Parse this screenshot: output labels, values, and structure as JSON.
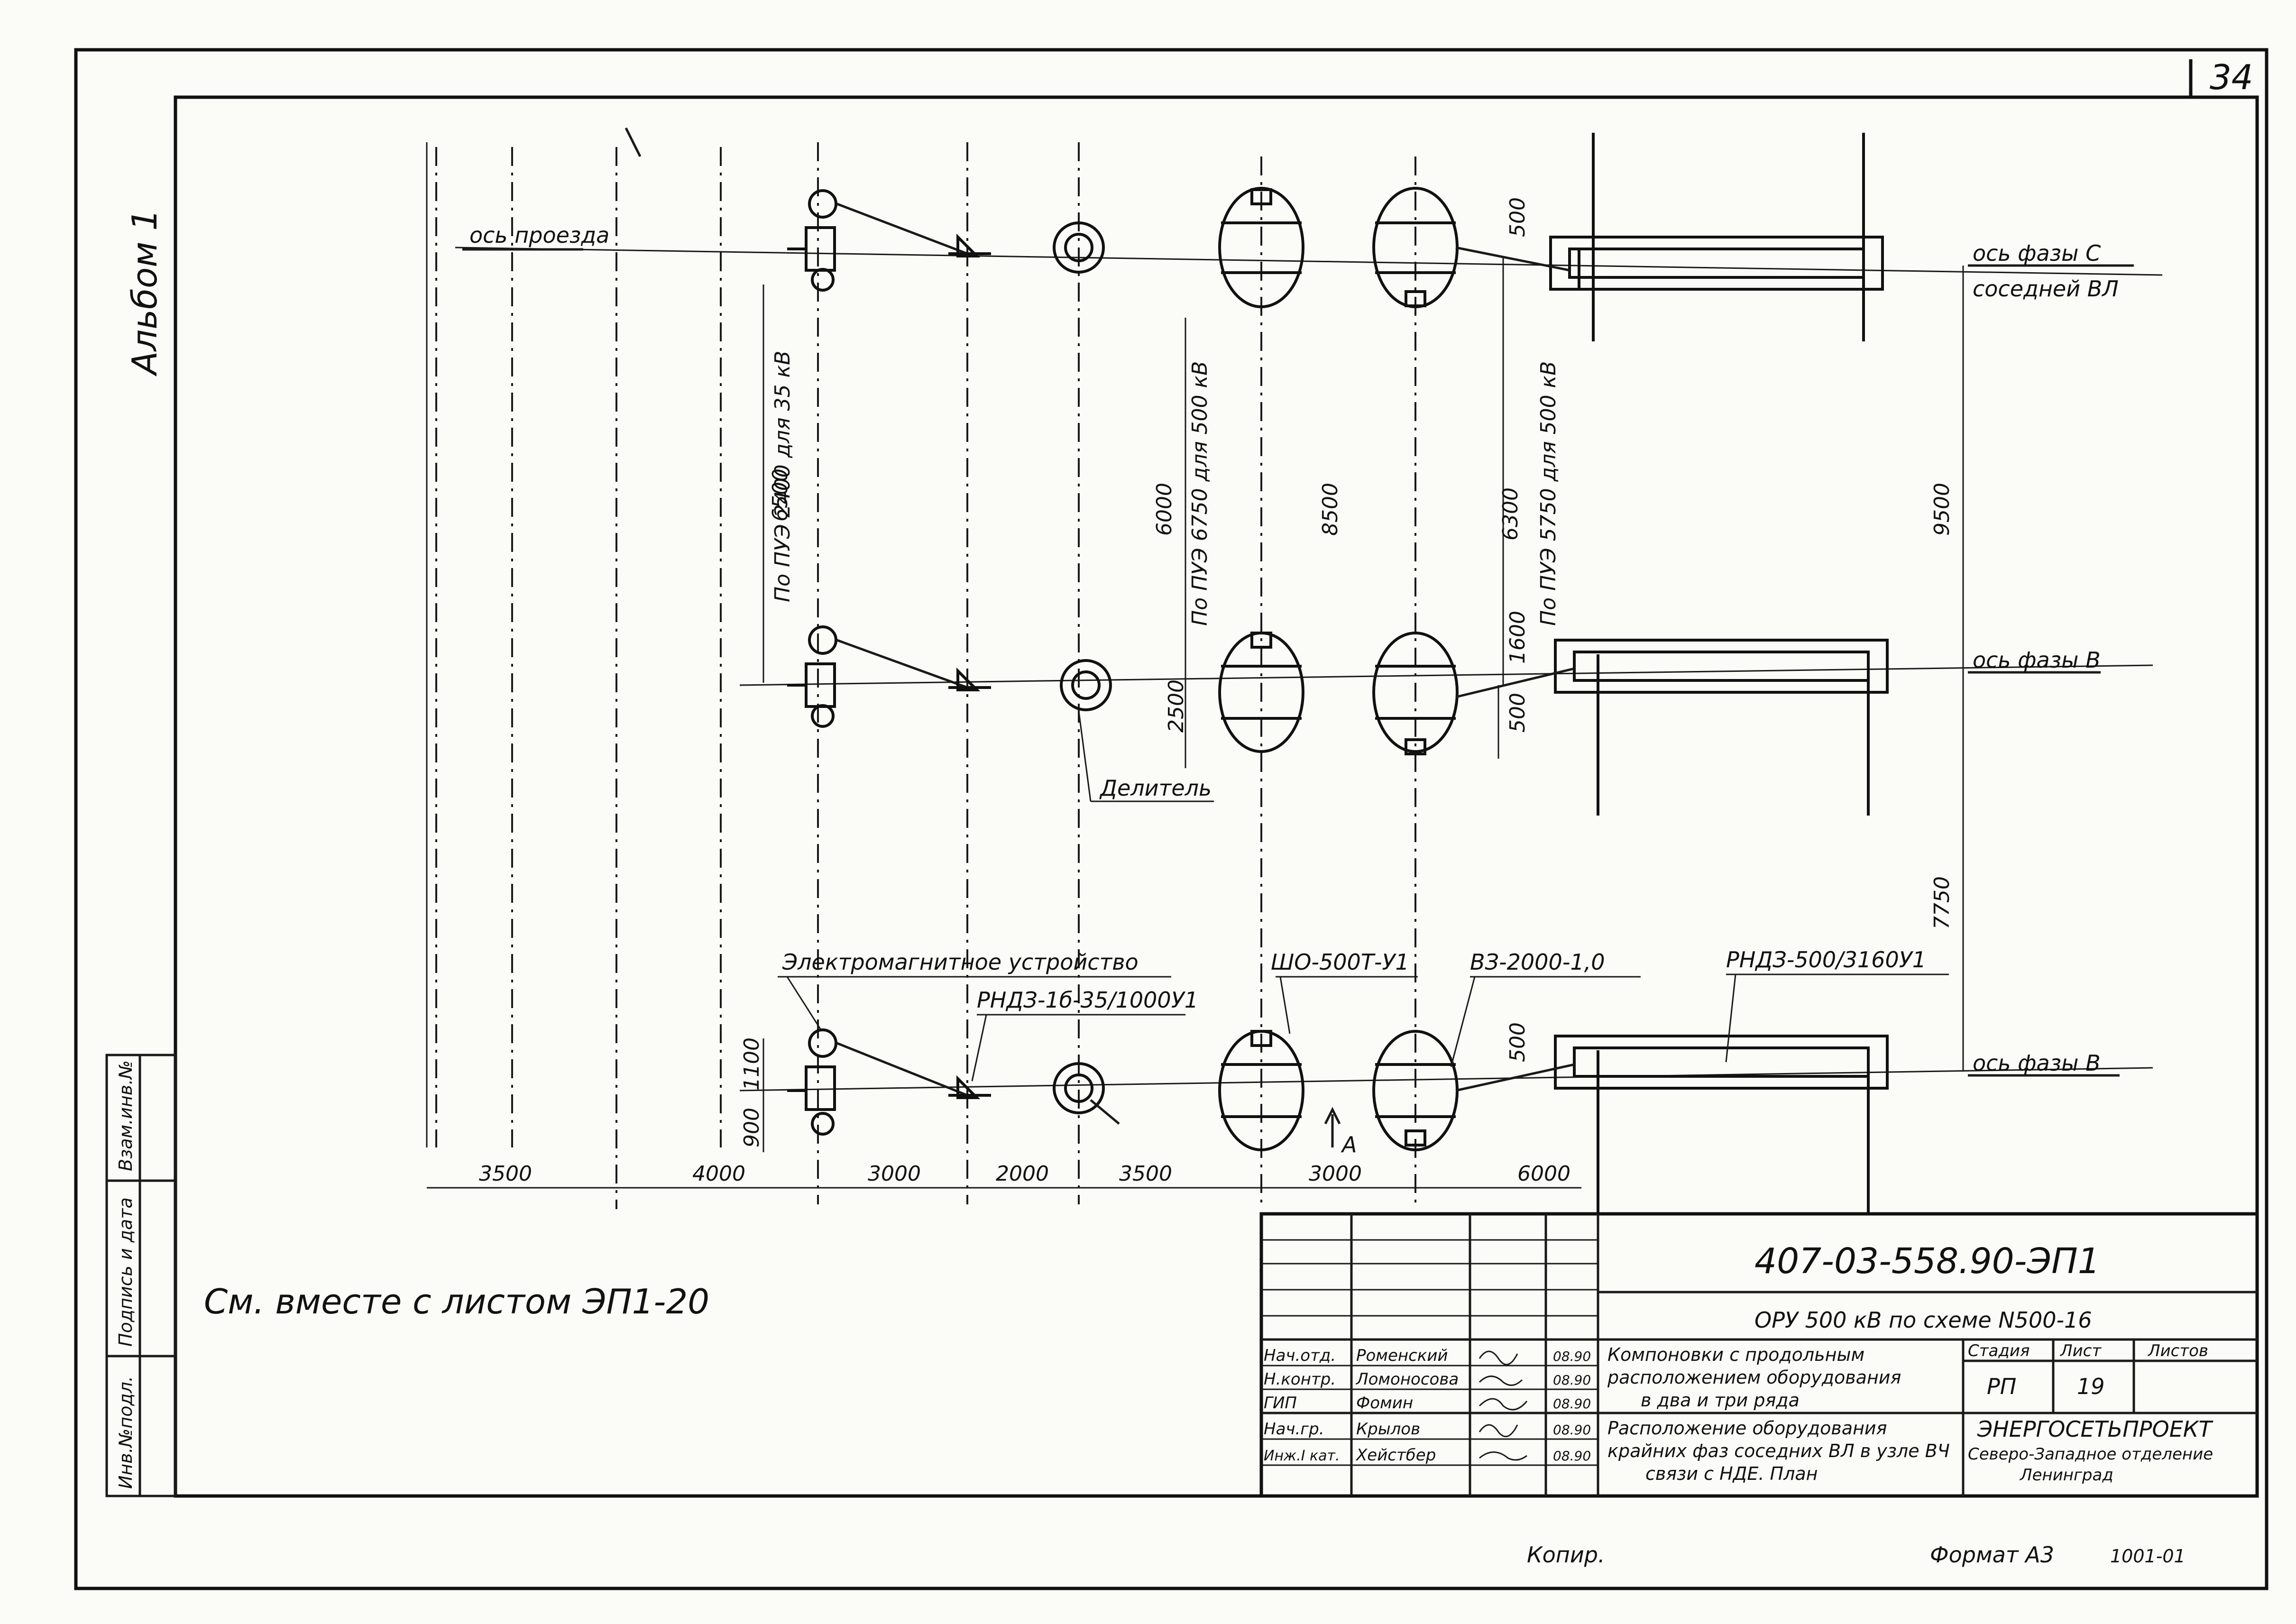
{
  "sheet_number": "34",
  "album_label": "Альбом 1",
  "side_stamp": {
    "inv_no": "Инв.№подл.",
    "sign_date": "Подпись и дата",
    "vzam": "Взам.инв.№"
  },
  "axis_labels": {
    "driveway": "ось проезда",
    "phase_c": "ось фазы С",
    "phase_c_2": "соседней ВЛ",
    "phase_b_mid": "ось фазы В",
    "phase_b_low": "ось фазы В"
  },
  "equipment_labels": {
    "divider": "Делитель",
    "electromagnetic": "Электромагнитное устройство",
    "rnd_35": "РНДЗ-1б-35/1000У1",
    "sho": "ШО-500Т-У1",
    "vz": "ВЗ-2000-1,0",
    "rnd_500": "РНДЗ-500/3160У1",
    "section_a": "А"
  },
  "dimensions": {
    "bottom": [
      "3500",
      "4000",
      "3000",
      "2000",
      "3500",
      "3000",
      "6000"
    ],
    "vert_6500": "6500",
    "vert_pue_35": "По ПУЭ 2400 для 35 кВ",
    "vert_6000": "6000",
    "vert_pue_500": "По ПУЭ 6750 для 500 кВ",
    "vert_8500": "8500",
    "vert_6300": "6300",
    "vert_pue_500b": "По ПУЭ 5750 для 500 кВ",
    "vert_9500": "9500",
    "vert_7750": "7750",
    "d500_top": "500",
    "d1600": "1600",
    "d500_mid": "500",
    "d2500": "2500",
    "d500_low": "500",
    "d1100": "1100",
    "d900": "900"
  },
  "note": "См. вместе с листом ЭП1-20",
  "title_block": {
    "doc_code": "407-03-558.90-ЭП1",
    "project": "ОРУ 500 кВ по схеме N500-16",
    "drawing_title": [
      "Компоновки с продольным",
      "расположением оборудования",
      "в два и три ряда"
    ],
    "sheet_title": [
      "Расположение оборудования",
      "крайних фаз соседних ВЛ в узле ВЧ",
      "связи с НДЕ. План"
    ],
    "stage_header": "Стадия",
    "sheet_header": "Лист",
    "sheets_header": "Листов",
    "stage": "РП",
    "sheet": "19",
    "org": [
      "ЭНЕРГОСЕТЬПРОЕКТ",
      "Северо-Западное отделение",
      "Ленинград"
    ],
    "people": [
      {
        "role": "Нач.отд.",
        "name": "Роменский",
        "date": "08.90"
      },
      {
        "role": "Н.контр.",
        "name": "Ломоносова",
        "date": "08.90"
      },
      {
        "role": "ГИП",
        "name": "Фомин",
        "date": "08.90"
      },
      {
        "role": "Нач.гр.",
        "name": "Крылов",
        "date": "08.90"
      },
      {
        "role": "Инж.I кат.",
        "name": "Хейстбер",
        "date": "08.90"
      }
    ]
  },
  "footer": {
    "copy": "Копир.",
    "format": "Формат А3",
    "code": "1001-01"
  }
}
